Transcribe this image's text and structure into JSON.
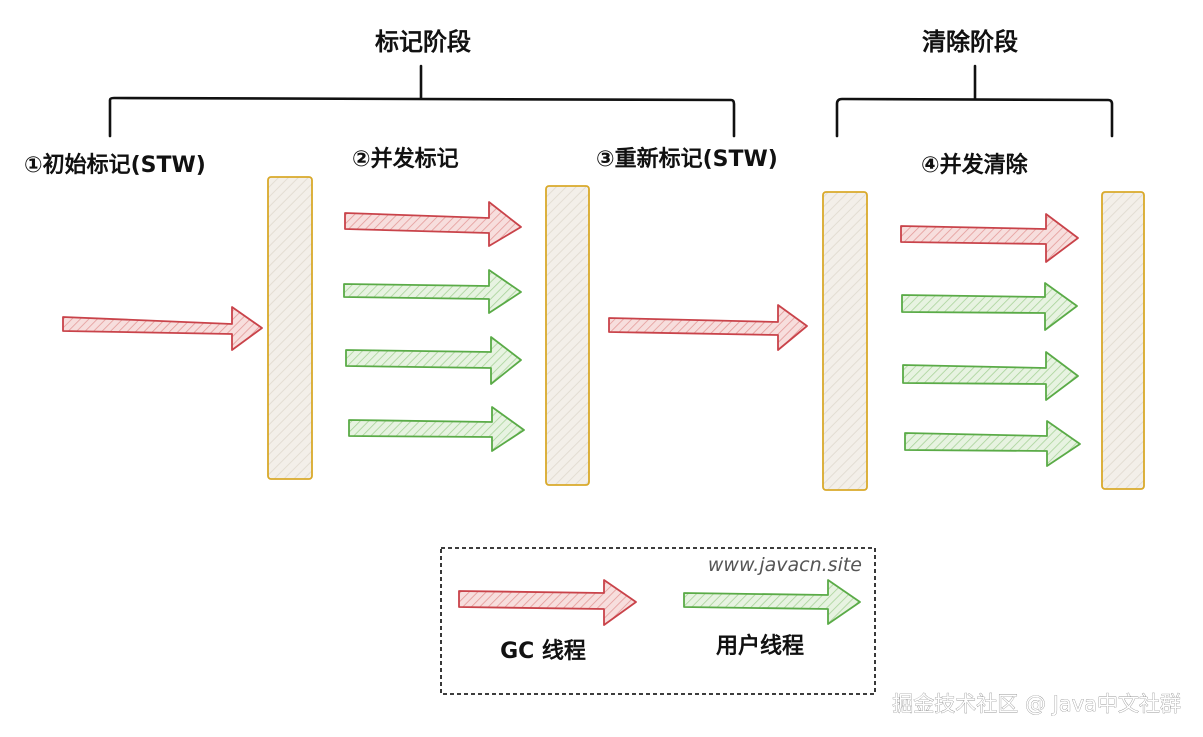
{
  "phases": [
    {
      "id": "mark",
      "label": "标记阶段"
    },
    {
      "id": "sweep",
      "label": "清除阶段"
    }
  ],
  "steps": [
    {
      "label": "①初始标记(STW)"
    },
    {
      "label": "②并发标记"
    },
    {
      "label": "③重新标记(STW)"
    },
    {
      "label": "④并发清除"
    }
  ],
  "legend": {
    "site": "www.javacn.site",
    "gc_thread": "GC 线程",
    "user_thread": "用户线程"
  },
  "watermark": "掘金技术社区 @ Java中文社群",
  "colors": {
    "gc_stroke": "#c9434a",
    "gc_fill": "#f4c7c5",
    "user_stroke": "#5aab47",
    "user_fill": "#d5ebcb",
    "barrier_stroke": "#d9a92a",
    "barrier_fill": "#f1ede6",
    "bracket": "#111111"
  }
}
